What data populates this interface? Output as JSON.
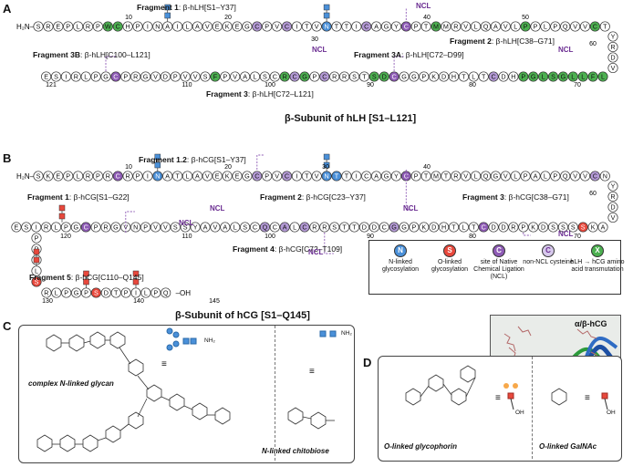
{
  "panels": {
    "a": "A",
    "b": "B",
    "c": "C",
    "d": "D"
  },
  "colors": {
    "glycan_blue": "#4a90d9",
    "olink_red": "#e8483c",
    "ncl_purple": "#8e5bb5",
    "noncl_purple": "#b49ad6",
    "transmut_green": "#4caf50",
    "plain_circle": "#ffffff"
  },
  "lh": {
    "nterm": "H₂N–",
    "row1": "SREPLRPWCHPINAILAVEKEGCPVCITVNTTICAGYCPTMMRVLQAVLPPLPQVVCT",
    "row1_colors": "wwwwwwwggwwwwwwwwwwwwwpwwpwwwnwwwpwwwcwwgwwwwwwwwgwwwwwwgw",
    "turn": "YRDV",
    "row2": "LFLLGSLGPHDCTLTHDKPGGCDSTSRRCPGCRCSLAVPFSVVPDVGRPCGPLRISE",
    "row2_colors": "gggggggggwwpwwwwwwwwwcggwwwwpwgpgwwwwwwgwwwwwwwwwcwwwwwww",
    "nums": [
      "10",
      "20",
      "30",
      "40",
      "50",
      "60",
      "70",
      "80",
      "90",
      "100",
      "110",
      "121"
    ],
    "frag1": {
      "name": "Fragment 1",
      "range": ": β-hLH[S1–Y37]"
    },
    "frag2": {
      "name": "Fragment 2",
      "range": ": β-hLH[C38–G71]"
    },
    "frag3": {
      "name": "Fragment 3",
      "range": ": β-hLH[C72–L121]"
    },
    "frag3a": {
      "name": "Fragment 3A",
      "range": ": β-hLH[C72–D99]"
    },
    "frag3b": {
      "name": "Fragment 3B",
      "range": ": β-hLH[C100–L121]"
    },
    "ncl": "NCL",
    "caption": "β-Subunit of hLH [S1–L121]"
  },
  "legend": [
    {
      "letter": "N",
      "color": "#4a90d9",
      "text": "N-linked glycosylation"
    },
    {
      "letter": "S",
      "color": "#e8483c",
      "text": "O-linked glycosylation"
    },
    {
      "letter": "C",
      "color": "#8e5bb5",
      "text": "site of Native Chemical Ligation (NCL)"
    },
    {
      "letter": "C",
      "color": "#d7c9ec",
      "text": "non-NCL cysteine"
    },
    {
      "letter": "X",
      "color": "#4caf50",
      "text": "hLH → hCG amino acid transmutation"
    }
  ],
  "hcg": {
    "nterm": "H₂N–",
    "row1": "SKEPLRPRCRPINATLAVEKEGCPVCITVNTTICAGYCPTMTRVLQGVLPALPQVVCN",
    "row1_colors": "wwwwwwwwcwwwnwwwwwwwwwpwwpwwwnnwwwwwwcwwwwwwwwwwwwwwwwwwpw",
    "turn": "YRDV",
    "row2": "AKSSSSDKPRDDCTLTHDKPGGCDDTTSRRCLACQCSLAVAYSSVVPNVGRPCGPLRISE",
    "row2_colors": "wwswwwwwwwwwcwwwwwwwwpwwwwwwwwpwpwpwwwwwwwwwwwwwwwwwcwwwwwww",
    "tail_left": "PPSLSRLPGPSDTPILPQ",
    "tail_colors": "wwwwswwwwwswwwwwwwwww",
    "cterm": "–OH",
    "nums": [
      "10",
      "20",
      "30",
      "40",
      "60",
      "70",
      "80",
      "90",
      "100",
      "110",
      "120",
      "130",
      "140",
      "145"
    ],
    "frag12": {
      "name": "Fragment 1.2",
      "range": ": β-hCG[S1–Y37]"
    },
    "frag1": {
      "name": "Fragment 1",
      "range": ": β-hCG[S1–G22]"
    },
    "frag2": {
      "name": "Fragment 2",
      "range": ": β-hCG[C23–Y37]"
    },
    "frag3": {
      "name": "Fragment 3",
      "range": ": β-hCG[C38–G71]"
    },
    "frag4": {
      "name": "Fragment 4",
      "range": ": β-hCG[C72–T109]"
    },
    "frag5": {
      "name": "Fragment 5",
      "range": ": β-hCG[C110–Q145]"
    },
    "ncl": "NCL",
    "caption": "β-Subunit of hCG  [S1–Q145]",
    "mol_title": "α/β-hCG"
  },
  "panel_c": {
    "complex_label": "complex N-linked glycan",
    "chitobiose_label": "N-linked chitobiose",
    "equiv": "≡",
    "nh2": "NH₂"
  },
  "panel_d": {
    "glycophorin_label": "O-linked glycophorin",
    "galnac_label": "O-linked GalNAc",
    "equiv": "≡",
    "oh": "OH"
  }
}
